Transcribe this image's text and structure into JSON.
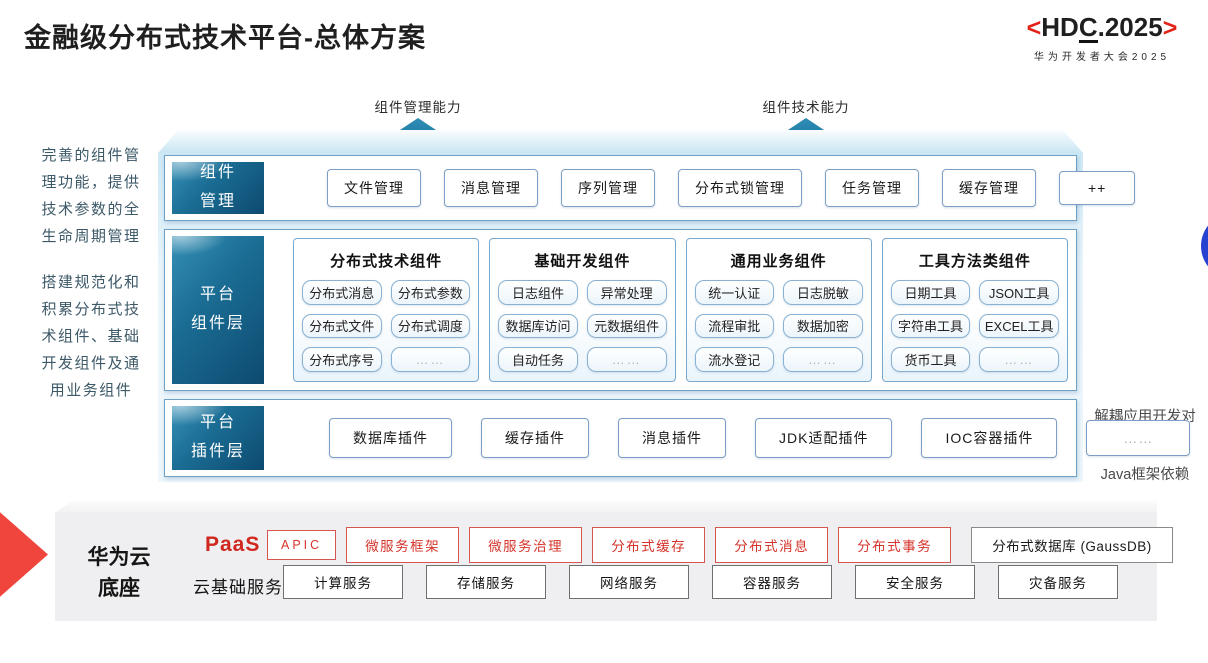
{
  "page": {
    "title": "金融级分布式技术平台-总体方案"
  },
  "logo": {
    "bracket_left": "<",
    "hdc_pre": "HD",
    "hdc_c": "C",
    "hdc_post": ".2025",
    "bracket_right": ">",
    "subtitle": "华为开发者大会2025"
  },
  "capability_arrows": [
    {
      "label": "组件管理能力"
    },
    {
      "label": "组件技术能力"
    }
  ],
  "annotations": {
    "left_top": "完善的组件管\n理功能，提供\n技术参数的全\n生命周期管理",
    "left_bottom": "搭建规范化和\n积累分布式技\n术组件、基础\n开发组件及通\n用业务组件",
    "right": "解耦应用开发对\n基础中间件及\nJava框架依赖"
  },
  "layers": {
    "component_mgmt": {
      "label_lines": [
        "组件",
        "管理"
      ],
      "items": [
        "文件管理",
        "消息管理",
        "序列管理",
        "分布式锁管理",
        "任务管理",
        "缓存管理",
        "++"
      ]
    },
    "platform_components": {
      "label_lines": [
        "平台",
        "组件层"
      ],
      "groups": [
        {
          "title": "分布式技术组件",
          "items": [
            "分布式消息",
            "分布式参数",
            "分布式文件",
            "分布式调度",
            "分布式序号",
            "……"
          ]
        },
        {
          "title": "基础开发组件",
          "items": [
            "日志组件",
            "异常处理",
            "数据库访问",
            "元数据组件",
            "自动任务",
            "……"
          ]
        },
        {
          "title": "通用业务组件",
          "items": [
            "统一认证",
            "日志脱敏",
            "流程审批",
            "数据加密",
            "流水登记",
            "……"
          ]
        },
        {
          "title": "工具方法类组件",
          "items": [
            "日期工具",
            "JSON工具",
            "字符串工具",
            "EXCEL工具",
            "货币工具",
            "……"
          ]
        }
      ]
    },
    "platform_plugins": {
      "label_lines": [
        "平台",
        "插件层"
      ],
      "items": [
        "数据库插件",
        "缓存插件",
        "消息插件",
        "JDK适配插件",
        "IOC容器插件",
        "……"
      ]
    }
  },
  "foundation": {
    "title": "华为云\n底座",
    "paas": {
      "label": "PaaS",
      "items": [
        "APIC",
        "微服务框架",
        "微服务治理",
        "分布式缓存",
        "分布式消息",
        "分布式事务"
      ],
      "neutral_item": "分布式数据库 (GaussDB)"
    },
    "iaas": {
      "label": "云基础服务",
      "items": [
        "计算服务",
        "存储服务",
        "网络服务",
        "容器服务",
        "安全服务",
        "灾备服务"
      ]
    }
  },
  "colors": {
    "layer_label_gradient": [
      "#3590b6",
      "#0d4a70"
    ],
    "arrow_teal": "#1b7ba5",
    "hdc_red": "#e2231a",
    "paas_red": "#d5352c",
    "foundation_arrow_red": "#f0453c",
    "blue_circle": "#2543d0",
    "row_border_blue": "#6fa0c6",
    "slab_gray": "#efeff1"
  }
}
